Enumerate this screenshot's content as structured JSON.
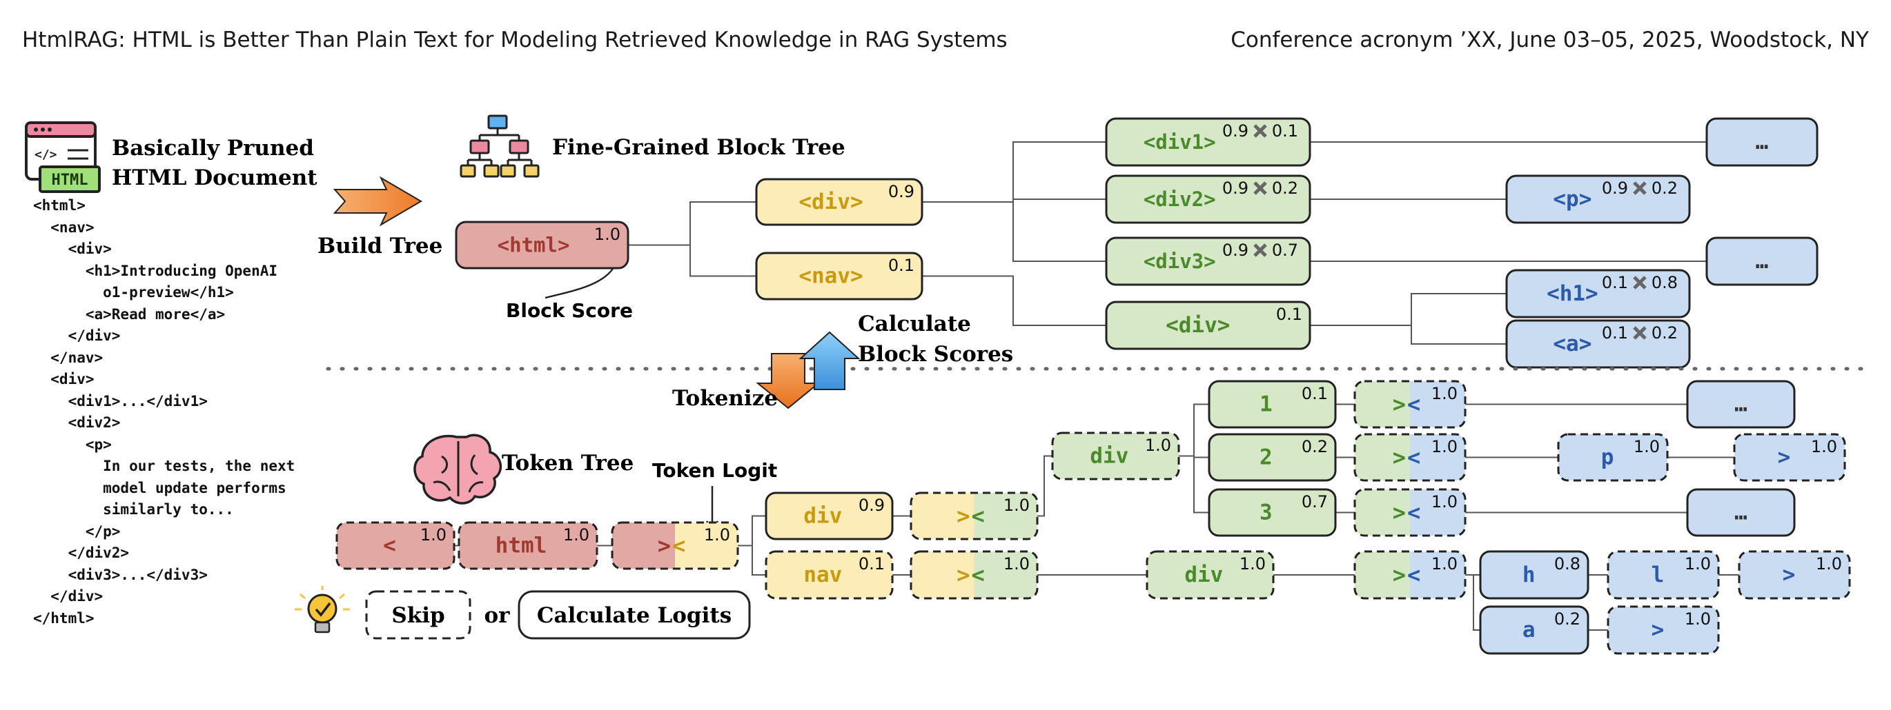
{
  "header": {
    "left": "HtmlRAG: HTML is Better Than Plain Text for Modeling Retrieved Knowledge in RAG Systems",
    "right": "Conference acronym ’XX, June 03–05, 2025, Woodstock, NY"
  },
  "labels": {
    "doc_title_1": "Basically Pruned",
    "doc_title_2": "HTML Document",
    "html_badge": "HTML",
    "build_tree": "Build Tree",
    "block_tree": "Fine-Grained Block Tree",
    "block_score": "Block Score",
    "calc_1": "Calculate",
    "calc_2": "Block Scores",
    "tokenize": "Tokenize",
    "token_tree": "Token Tree",
    "token_logit": "Token Logit",
    "skip": "Skip",
    "or": "or",
    "calc_logits": "Calculate Logits"
  },
  "code_lines": [
    "<html>",
    "  <nav>",
    "    <div>",
    "      <h1>Introducing OpenAI",
    "        o1-preview</h1>",
    "      <a>Read more</a>",
    "    </div>",
    "  </nav>",
    "  <div>",
    "    <div1>...</div1>",
    "    <div2>",
    "      <p>",
    "        In our tests, the next",
    "        model update performs",
    "        similarly to...",
    "      </p>",
    "    </div2>",
    "    <div3>...</div3>",
    "  </div>",
    "</html>"
  ],
  "block_nodes": [
    {
      "id": "html",
      "label": "<html>",
      "score": "1.0",
      "color": "red"
    },
    {
      "id": "div",
      "label": "<div>",
      "score": "0.9",
      "color": "yellow"
    },
    {
      "id": "nav",
      "label": "<nav>",
      "score": "0.1",
      "color": "yellow"
    },
    {
      "id": "div1",
      "label": "<div1>",
      "score": "0.9",
      "score2": "0.1",
      "color": "green"
    },
    {
      "id": "div2",
      "label": "<div2>",
      "score": "0.9",
      "score2": "0.2",
      "color": "green"
    },
    {
      "id": "div3",
      "label": "<div3>",
      "score": "0.9",
      "score2": "0.7",
      "color": "green"
    },
    {
      "id": "divn",
      "label": "<div>",
      "score": "0.1",
      "color": "green"
    },
    {
      "id": "dots1",
      "label": "…",
      "score": "",
      "color": "blue"
    },
    {
      "id": "p",
      "label": "<p>",
      "score": "0.9",
      "score2": "0.2",
      "color": "blue"
    },
    {
      "id": "dots2",
      "label": "…",
      "score": "",
      "color": "blue"
    },
    {
      "id": "h1",
      "label": "<h1>",
      "score": "0.1",
      "score2": "0.8",
      "color": "blue"
    },
    {
      "id": "a",
      "label": "<a>",
      "score": "0.1",
      "score2": "0.2",
      "color": "blue"
    }
  ],
  "token_nodes": [
    {
      "id": "t_lt",
      "label": "<",
      "score": "1.0",
      "color": "red",
      "dashed": true
    },
    {
      "id": "t_html",
      "label": "html",
      "score": "1.0",
      "color": "red",
      "dashed": true
    },
    {
      "id": "t_gtlt",
      "label": ">",
      "label2": "<",
      "score": "1.0",
      "color": "red",
      "color2": "yellow",
      "dashed": true
    },
    {
      "id": "t_div",
      "label": "div",
      "score": "0.9",
      "color": "yellow",
      "dashed": false
    },
    {
      "id": "t_nav",
      "label": "nav",
      "score": "0.1",
      "color": "yellow",
      "dashed": true
    },
    {
      "id": "t_gtlt2",
      "label": ">",
      "label2": "<",
      "score": "1.0",
      "color": "yellow",
      "color2": "green",
      "dashed": true
    },
    {
      "id": "t_gtlt3",
      "label": ">",
      "label2": "<",
      "score": "1.0",
      "color": "yellow",
      "color2": "green",
      "dashed": true
    },
    {
      "id": "t_div_a",
      "label": "div",
      "score": "1.0",
      "color": "green",
      "dashed": true
    },
    {
      "id": "t_1",
      "label": "1",
      "score": "0.1",
      "color": "green",
      "dashed": false
    },
    {
      "id": "t_2",
      "label": "2",
      "score": "0.2",
      "color": "green",
      "dashed": false
    },
    {
      "id": "t_3",
      "label": "3",
      "score": "0.7",
      "color": "green",
      "dashed": false
    },
    {
      "id": "t_div_b",
      "label": "div",
      "score": "1.0",
      "color": "green",
      "dashed": true
    },
    {
      "id": "t_gl1",
      "label": ">",
      "label2": "<",
      "score": "1.0",
      "color": "green",
      "color2": "blue",
      "dashed": true
    },
    {
      "id": "t_gl2",
      "label": ">",
      "label2": "<",
      "score": "1.0",
      "color": "green",
      "color2": "blue",
      "dashed": true
    },
    {
      "id": "t_gl3",
      "label": ">",
      "label2": "<",
      "score": "1.0",
      "color": "green",
      "color2": "blue",
      "dashed": true
    },
    {
      "id": "t_gl4",
      "label": ">",
      "label2": "<",
      "score": "1.0",
      "color": "green",
      "color2": "blue",
      "dashed": true
    },
    {
      "id": "t_dots1",
      "label": "…",
      "score": "",
      "color": "blue",
      "dashed": false
    },
    {
      "id": "t_p",
      "label": "p",
      "score": "1.0",
      "color": "blue",
      "dashed": true
    },
    {
      "id": "t_pgt",
      "label": ">",
      "score": "1.0",
      "color": "blue",
      "dashed": true
    },
    {
      "id": "t_dots2",
      "label": "…",
      "score": "",
      "color": "blue",
      "dashed": false
    },
    {
      "id": "t_h",
      "label": "h",
      "score": "0.8",
      "color": "blue",
      "dashed": false
    },
    {
      "id": "t_l",
      "label": "l",
      "score": "1.0",
      "color": "blue",
      "dashed": true
    },
    {
      "id": "t_hgt",
      "label": ">",
      "score": "1.0",
      "color": "blue",
      "dashed": true
    },
    {
      "id": "t_a",
      "label": "a",
      "score": "0.2",
      "color": "blue",
      "dashed": false
    },
    {
      "id": "t_agt",
      "label": ">",
      "score": "1.0",
      "color": "blue",
      "dashed": true
    }
  ],
  "colors": {
    "red_fill": "#e2a8a3",
    "red_text": "#a03a30",
    "yellow_fill": "#fbecb8",
    "yellow_text": "#c89a10",
    "green_fill": "#d6e8c8",
    "green_text": "#4a8a2a",
    "blue_fill": "#c9dcf2",
    "blue_text": "#2b5aa8",
    "arrow_orange": "#f08a3a",
    "arrow_blue": "#5fb2ee"
  }
}
